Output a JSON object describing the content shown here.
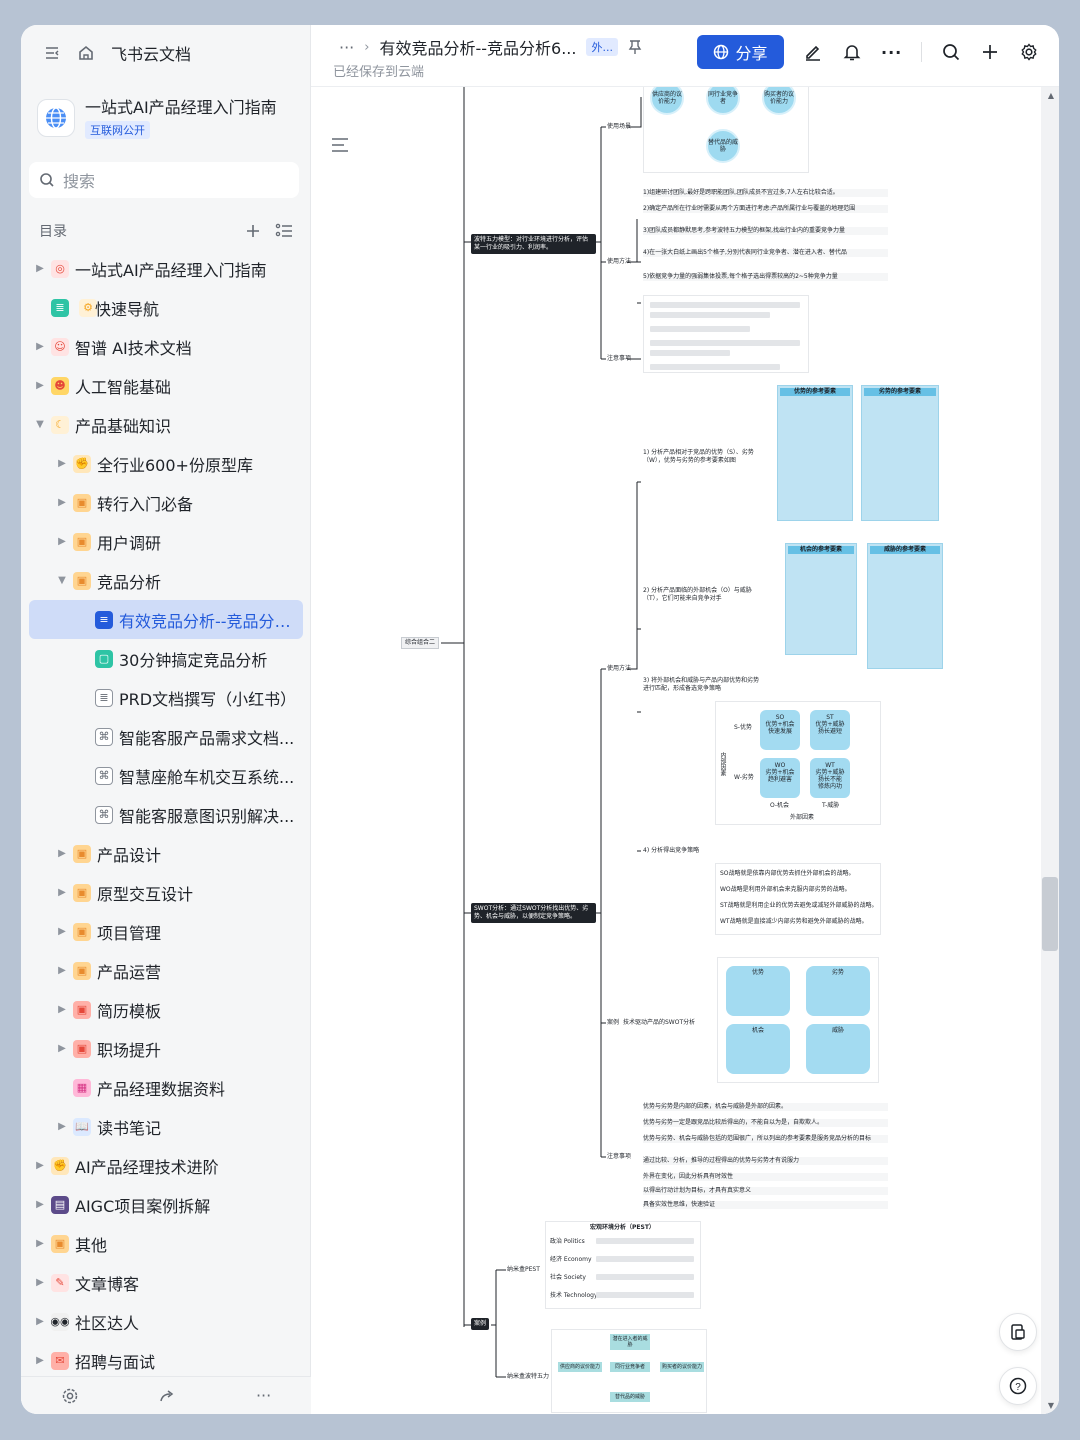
{
  "app": {
    "name": "飞书云文档"
  },
  "space": {
    "title": "一站式AI产品经理入门指南",
    "badge": "互联网公开"
  },
  "search": {
    "placeholder": "搜索"
  },
  "toc": {
    "title": "目录"
  },
  "tree": [
    {
      "label": "一站式AI产品经理入门指南",
      "level": 0,
      "caret": "right",
      "icon": "target-icon",
      "icon_text": "◎",
      "color": "#ffe3e3",
      "fg": "#e5483a"
    },
    {
      "label": "快速导航",
      "level": 0,
      "caret": "",
      "icon": "chat-doc-icon",
      "icon_text": "≣",
      "color": "#2ec4a5",
      "fg": "#ffffff",
      "prefix": "⚙"
    },
    {
      "label": "智谱 AI技术文档",
      "level": 0,
      "caret": "right",
      "icon": "face-icon",
      "icon_text": "☺",
      "color": "#ffe3e3",
      "fg": "#e5483a"
    },
    {
      "label": "人工智能基础",
      "level": 0,
      "caret": "right",
      "icon": "smile-icon",
      "icon_text": "☻",
      "color": "#ffd666",
      "fg": "#e5483a"
    },
    {
      "label": "产品基础知识",
      "level": 0,
      "caret": "down",
      "icon": "moon-icon",
      "icon_text": "☾",
      "color": "#fff1d6",
      "fg": "#f5a623"
    },
    {
      "label": "全行业600+份原型库",
      "level": 1,
      "caret": "right",
      "icon": "muscle-icon",
      "icon_text": "✊",
      "color": "#ffe7ba",
      "fg": "#f5a623"
    },
    {
      "label": "转行入门必备",
      "level": 1,
      "caret": "right",
      "icon": "folder-icon",
      "icon_text": "▣",
      "color": "#ffd591",
      "fg": "#e88b2e"
    },
    {
      "label": "用户调研",
      "level": 1,
      "caret": "right",
      "icon": "folder-icon",
      "icon_text": "▣",
      "color": "#ffd591",
      "fg": "#e88b2e"
    },
    {
      "label": "竞品分析",
      "level": 1,
      "caret": "down",
      "icon": "folder-icon",
      "icon_text": "▣",
      "color": "#ffd591",
      "fg": "#e88b2e"
    },
    {
      "label": "有效竞品分析--竞品分析6...",
      "level": 2,
      "caret": "",
      "icon": "doc-icon",
      "icon_text": "≡",
      "color": "#245bdb",
      "fg": "#ffffff",
      "active": true
    },
    {
      "label": "30分钟搞定竞品分析",
      "level": 2,
      "caret": "",
      "icon": "chat-doc-icon",
      "icon_text": "▢",
      "color": "#2ec4a5",
      "fg": "#ffffff"
    },
    {
      "label": "PRD文档撰写（小红书）",
      "level": 2,
      "caret": "",
      "icon": "file-icon",
      "icon_text": "≣",
      "color": "#ffffff",
      "fg": "#646a73"
    },
    {
      "label": "智能客服产品需求文档...",
      "level": 2,
      "caret": "",
      "icon": "pdf-icon",
      "icon_text": "⌘",
      "color": "#ffffff",
      "fg": "#646a73"
    },
    {
      "label": "智慧座舱车机交互系统...",
      "level": 2,
      "caret": "",
      "icon": "pdf-icon",
      "icon_text": "⌘",
      "color": "#ffffff",
      "fg": "#646a73"
    },
    {
      "label": "智能客服意图识别解决...",
      "level": 2,
      "caret": "",
      "icon": "pdf-icon",
      "icon_text": "⌘",
      "color": "#ffffff",
      "fg": "#646a73"
    },
    {
      "label": "产品设计",
      "level": 1,
      "caret": "right",
      "icon": "folder-icon",
      "icon_text": "▣",
      "color": "#ffd591",
      "fg": "#e88b2e"
    },
    {
      "label": "原型交互设计",
      "level": 1,
      "caret": "right",
      "icon": "folder-icon",
      "icon_text": "▣",
      "color": "#ffd591",
      "fg": "#e88b2e"
    },
    {
      "label": "项目管理",
      "level": 1,
      "caret": "right",
      "icon": "folder-icon",
      "icon_text": "▣",
      "color": "#ffd591",
      "fg": "#e88b2e"
    },
    {
      "label": "产品运营",
      "level": 1,
      "caret": "right",
      "icon": "folder-icon",
      "icon_text": "▣",
      "color": "#ffd591",
      "fg": "#e88b2e"
    },
    {
      "label": "简历模板",
      "level": 1,
      "caret": "right",
      "icon": "folder-icon",
      "icon_text": "▣",
      "color": "#ffb0a8",
      "fg": "#e5483a"
    },
    {
      "label": "职场提升",
      "level": 1,
      "caret": "right",
      "icon": "folder-icon",
      "icon_text": "▣",
      "color": "#ffb0a8",
      "fg": "#e5483a"
    },
    {
      "label": "产品经理数据资料",
      "level": 1,
      "caret": "",
      "icon": "grid-icon",
      "icon_text": "▦",
      "color": "#ffb8d8",
      "fg": "#d63384"
    },
    {
      "label": "读书笔记",
      "level": 1,
      "caret": "right",
      "icon": "book-icon",
      "icon_text": "📖",
      "color": "#dbe9ff",
      "fg": "#245bdb"
    },
    {
      "label": "AI产品经理技术进阶",
      "level": 0,
      "caret": "right",
      "icon": "muscle-icon",
      "icon_text": "✊",
      "color": "#ffe7ba",
      "fg": "#f5a623"
    },
    {
      "label": "AIGC项目案例拆解",
      "level": 0,
      "caret": "right",
      "icon": "save-icon",
      "icon_text": "▤",
      "color": "#5c4b8a",
      "fg": "#ffffff"
    },
    {
      "label": "其他",
      "level": 0,
      "caret": "right",
      "icon": "folder-icon",
      "icon_text": "▣",
      "color": "#ffd591",
      "fg": "#e88b2e"
    },
    {
      "label": "文章博客",
      "level": 0,
      "caret": "right",
      "icon": "article-icon",
      "icon_text": "✎",
      "color": "#ffe3e3",
      "fg": "#e5483a"
    },
    {
      "label": "社区达人",
      "level": 0,
      "caret": "right",
      "icon": "eyes-icon",
      "icon_text": "◉◉",
      "color": "#f0f0f0",
      "fg": "#1f2329"
    },
    {
      "label": "招聘与面试",
      "level": 0,
      "caret": "right",
      "icon": "mail-icon",
      "icon_text": "✉",
      "color": "#ffb0a8",
      "fg": "#e5483a"
    }
  ],
  "header": {
    "more_dots": "···",
    "title": "有效竞品分析--竞品分析6...",
    "ext_badge": "外...",
    "saved_text": "已经保存到云端",
    "share_label": "分享"
  },
  "mindmap": {
    "root": "综合组合二",
    "five_forces_title": "波特五力模型：对行业环境进行分析，评估某一行业的吸引力、利润率。",
    "usage_scenario": "使用场景",
    "usage_method": "使用方法",
    "notes": "注意事项",
    "swot_title": "SWOT分析：通过SWOT分析找出优势、劣势、机会与威胁，以便制定竞争策略。",
    "case": "案例",
    "tech_swot": "技术驱动产品的SWOT分析",
    "pest": "纳米盒PEST",
    "five_forces_case": "纳米盒波特五力",
    "bubbles": [
      "供应商的议价能力",
      "同行业竞争者",
      "购买者的议价能力",
      "替代品的威胁"
    ],
    "steps": [
      "1)组建研讨团队,最好是跨职能团队,团队成员不宜过多,7人左右比较合适。",
      "2)确定产品所在行业时需要从两个方面进行考虑:产品所属行业与覆盖的地理范围",
      "3)团队成员都静默思考,参考波特五力模型的框架,找出行业内的重要竞争力量",
      "4)在一张大白纸上画出5个格子,分别代表同行业竞争者、潜在进入者、替代品",
      "5)依据竞争力量的强弱集体投票,每个格子选出得票较高的2~5种竞争力量"
    ],
    "strengths_head": "优势的参考要素",
    "weaknesses_head": "劣势的参考要素",
    "opps_head": "机会的参考要素",
    "threats_head": "威胁的参考要素",
    "swot_step1": "1) 分析产品相对于竞品的优势（S）、劣势（W），优势与劣势的参考要素如图",
    "swot_step2": "2) 分析产品面临的外部机会（O）与威胁（T），它们可能来自竞争对手",
    "swot_step3": "3) 将外部机会和威胁与产品内部优势和劣势进行匹配，形成备选竞争策略",
    "swot_step4": "4) 分析得出竞争策略",
    "matrix": {
      "so": "SO\n优势+机会\n快速发展",
      "st": "ST\n优势+威胁\n扬长避短",
      "wo": "WO\n劣势+机会\n趋利避害",
      "wt": "WT\n劣势+威胁\n扬长不能\n修炼内功",
      "s_axis": "S-优势",
      "w_axis": "W-劣势",
      "o_axis": "O-机会",
      "t_axis": "T-威胁",
      "outer": "外部因素",
      "inner": "内部因素"
    },
    "strategies": [
      "SO战略就是依靠内部优势去抓住外部机会的战略。",
      "WO战略是利用外部机会来克服内部劣势的战略。",
      "ST战略就是利用企业的优势去避免或减轻外部威胁的战略。",
      "WT战略就是直接减少内部劣势和避免外部威胁的战略。"
    ],
    "swot_quad": [
      "优势",
      "劣势",
      "机会",
      "威胁"
    ],
    "tips": [
      "优势与劣势是内部的因素，机会与威胁是外部的因素。",
      "优势与劣势一定是跟竞品比较后得出的，不能自以为是，自欺欺人。",
      "优势与劣势、机会与威胁包括的范围很广，所以列出的参考要素是服务竞品分析的目标",
      "通过比较、分析，推导的过程得出的优势与劣势才有说服力",
      "外界在变化，因此分析具有时效性",
      "以得出行动计划为目标，才具有真实意义",
      "具备实效性思维，快速验证"
    ],
    "pest_head": "宏观环境分析（PEST）",
    "pest_rows": [
      "政治 Politics",
      "经济 Economy",
      "社会 Society",
      "技术 Technology"
    ],
    "forces_nodes": [
      "潜在进入者的威胁",
      "同行业竞争者",
      "供应商的议价能力",
      "购买者的议价能力",
      "替代品的威胁"
    ]
  },
  "float": {
    "help": "?"
  },
  "colors": {
    "accent": "#245bdb",
    "sidebar_bg": "#f5f6f7",
    "active_bg": "#cfdcf8"
  }
}
